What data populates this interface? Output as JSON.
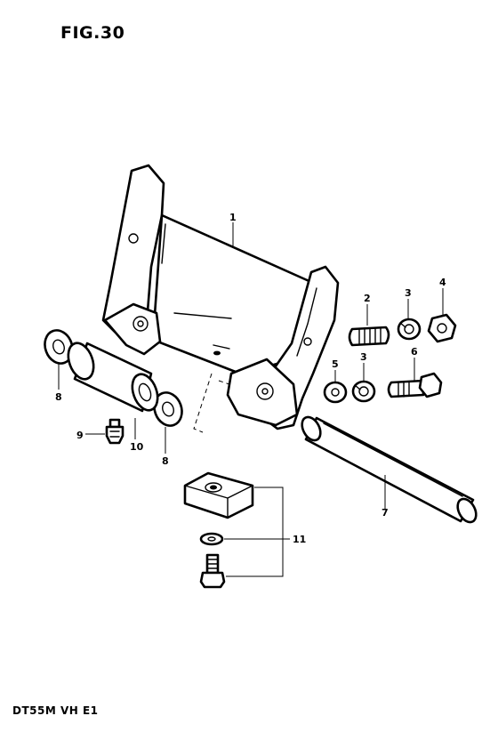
{
  "figure": {
    "title": "FIG.30",
    "footer": "DT55M VH E1"
  },
  "callouts": [
    {
      "id": "1"
    },
    {
      "id": "2"
    },
    {
      "id": "3"
    },
    {
      "id": "3"
    },
    {
      "id": "4"
    },
    {
      "id": "5"
    },
    {
      "id": "6"
    },
    {
      "id": "7"
    },
    {
      "id": "8"
    },
    {
      "id": "8"
    },
    {
      "id": "9"
    },
    {
      "id": "10"
    },
    {
      "id": "11"
    }
  ]
}
